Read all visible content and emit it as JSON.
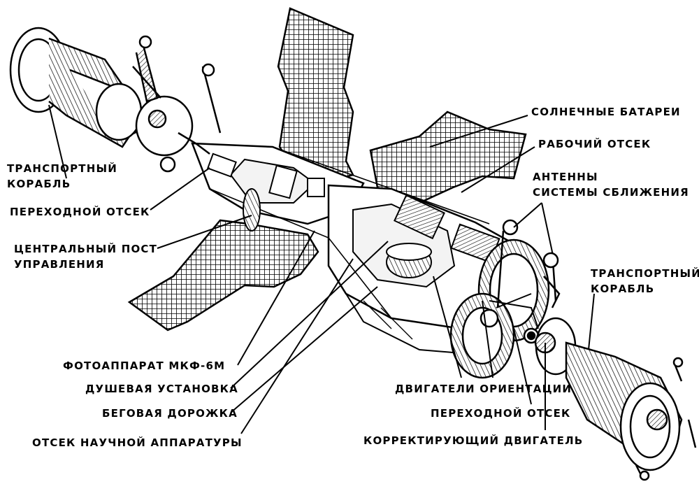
{
  "labels": {
    "transport_ship_left": [
      "ТРАНСПОРТНЫЙ",
      "КОРАБЛЬ"
    ],
    "transfer_compartment_left": "ПЕРЕХОДНОЙ ОТСЕК",
    "central_control_post": [
      "ЦЕНТРАЛЬНЫЙ ПОСТ",
      "УПРАВЛЕНИЯ"
    ],
    "camera_mkf6m": "ФОТОАППАРАТ МКФ-6М",
    "shower": "ДУШЕВАЯ УСТАНОВКА",
    "treadmill": "БЕГОВАЯ ДОРОЖКА",
    "science_compartment": "ОТСЕК НАУЧНОЙ АППАРАТУРЫ",
    "solar_panels": "СОЛНЕЧНЫЕ БАТАРЕИ",
    "work_compartment": "РАБОЧИЙ ОТСЕК",
    "rendezvous_antennas": [
      "АНТЕННЫ",
      "СИСТЕМЫ СБЛИЖЕНИЯ"
    ],
    "transport_ship_right": [
      "ТРАНСПОРТНЫЙ",
      "КОРАБЛЬ"
    ],
    "attitude_engines": "ДВИГАТЕЛИ ОРИЕНТАЦИИ",
    "transfer_compartment_right": "ПЕРЕХОДНОЙ ОТСЕК",
    "correction_engine": "КОРРЕКТИРУЮЩИЙ ДВИГАТЕЛЬ"
  },
  "colors": {
    "ink": "#000000",
    "paper": "#ffffff",
    "shade": "#8a8a8a"
  }
}
